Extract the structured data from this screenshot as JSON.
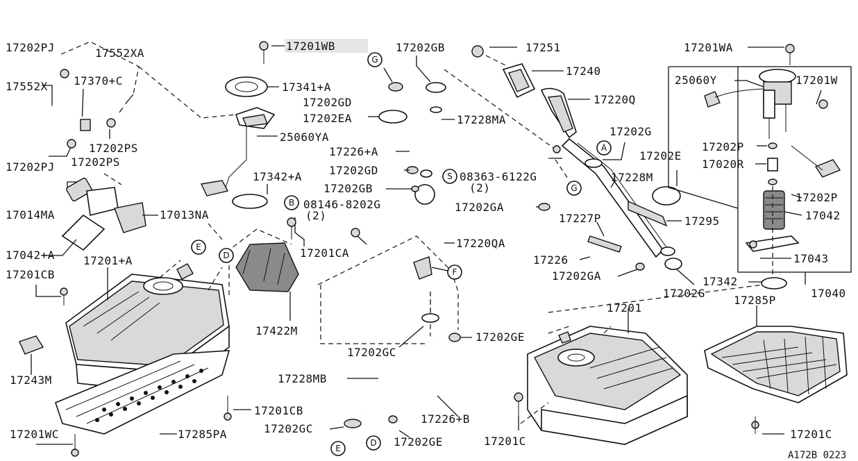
{
  "labels": {
    "l17202PJ_top": "17202PJ",
    "l17552XA": "17552XA",
    "l17201WB": "17201WB",
    "l17202GB_top": "17202GB",
    "l17251": "17251",
    "l17201WA": "17201WA",
    "l17552X": "17552X",
    "l17370C": "17370+C",
    "l17341A": "17341+A",
    "l17240": "17240",
    "l25060Y": "25060Y",
    "l17201W": "17201W",
    "l17202GD_top": "17202GD",
    "l17202EA": "17202EA",
    "l17220Q": "17220Q",
    "l17228MA": "17228MA",
    "l25060YA": "25060YA",
    "l17202G_top": "17202G",
    "l17202PS_a": "17202PS",
    "l17226A": "17226+A",
    "l17202PJ_bot": "17202PJ",
    "l17202PS_b": "17202PS",
    "l17202E": "17202E",
    "l17202P_a": "17202P",
    "l17020R": "17020R",
    "l17202GD_mid": "17202GD",
    "l08363": "08363-6122G",
    "l08363_qty": "(2)",
    "l17342A": "17342+A",
    "l17228M": "17228M",
    "l17202GB_mid": "17202GB",
    "l17202P_b": "17202P",
    "l17014MA": "17014MA",
    "l08146": "08146-8202G",
    "l08146_qty": "(2)",
    "l17202GA_top": "17202GA",
    "l17013NA": "17013NA",
    "l17227P": "17227P",
    "l17295": "17295",
    "l17042": "17042",
    "l17042A": "17042+A",
    "l17201CA": "17201CA",
    "l17220QA": "17220QA",
    "l17043": "17043",
    "l17201A": "17201+A",
    "l17226": "17226",
    "l17201CB_top": "17201CB",
    "l17202GA_bot": "17202GA",
    "l17342": "17342",
    "l17202G_bot": "17202G",
    "l17040": "17040",
    "l17285P": "17285P",
    "l17201": "17201",
    "l17422M": "17422M",
    "l17202GE_right": "17202GE",
    "l17202GC_top": "17202GC",
    "l17243M": "17243M",
    "l17228MB": "17228MB",
    "l17201CB_bot": "17201CB",
    "l17226B": "17226+B",
    "l17201WC": "17201WC",
    "l17285PA": "17285PA",
    "l17202GC_bot": "17202GC",
    "l17202GE_bot": "17202GE",
    "l17201C_mid": "17201C",
    "l17201C_right": "17201C",
    "diagram_code": "A172B 0223"
  },
  "callouts": {
    "G_top": "G",
    "A": "A",
    "S": "S",
    "G_mid": "G",
    "B": "B",
    "E_top": "E",
    "D_top": "D",
    "F": "F",
    "E_bot": "E",
    "D_bot": "D"
  },
  "colors": {
    "ink": "#111111",
    "paper": "#ffffff",
    "part_shade": "#d9d9d9",
    "part_dark": "#8a8a8a"
  }
}
